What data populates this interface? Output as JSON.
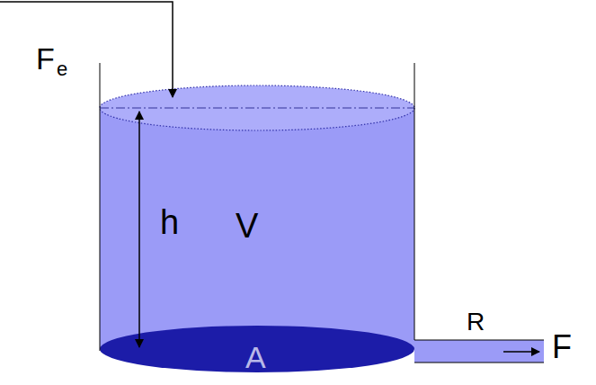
{
  "diagram": {
    "labels": [
      "F",
      "e",
      "h",
      "V",
      "A",
      "R",
      "F"
    ]
  }
}
